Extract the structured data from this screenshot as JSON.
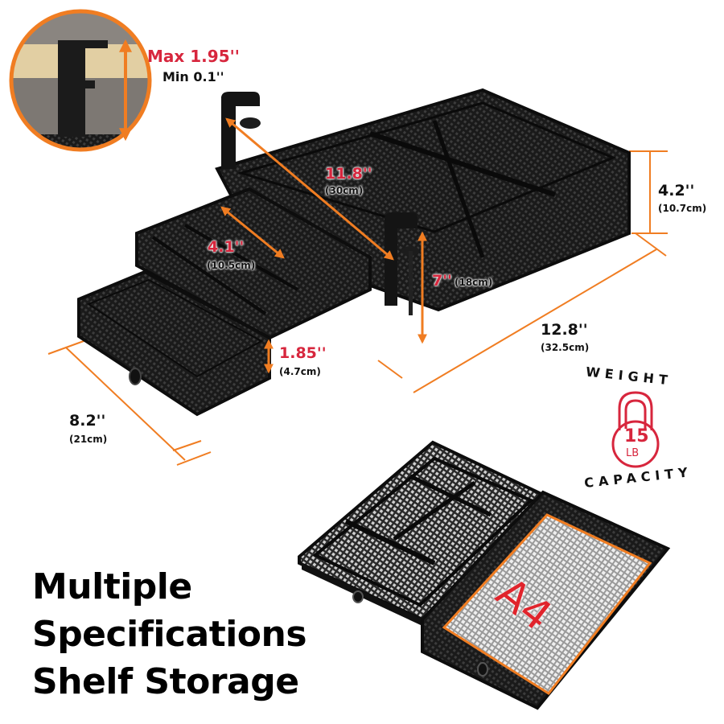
{
  "inset": {
    "max_label": "Max 1.95''",
    "min_label": "Min 0.1''"
  },
  "dimensions": {
    "depth_top": {
      "inches": "11.8''",
      "cm": "(30cm)"
    },
    "drawer_depth": {
      "inches": "4.1''",
      "cm": "(10.5cm)"
    },
    "clamp_height": {
      "inches": "7''",
      "cm": "(18cm)"
    },
    "drawer_height": {
      "inches": "1.85''",
      "cm": "(4.7cm)"
    },
    "height": {
      "inches": "4.2''",
      "cm": "(10.7cm)"
    },
    "length": {
      "inches": "12.8''",
      "cm": "(32.5cm)"
    },
    "width": {
      "inches": "8.2''",
      "cm": "(21cm)"
    }
  },
  "weight_badge": {
    "top_text": "WEIGHT",
    "bottom_text": "CAPACITY",
    "value": "15",
    "unit": "LB"
  },
  "paper_label": "A4",
  "headline": {
    "line1": "Multiple",
    "line2": "Specifications",
    "line3": "Shelf Storage"
  },
  "colors": {
    "accent_orange": "#f07d22",
    "accent_red": "#d7263d",
    "mesh_black": "#151515"
  }
}
